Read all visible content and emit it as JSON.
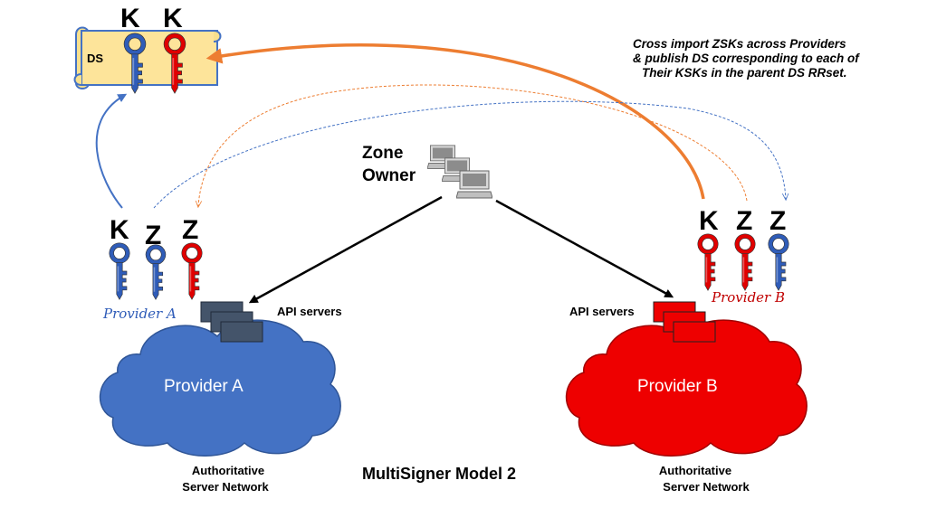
{
  "title": "MultiSigner Model 2",
  "note": {
    "line1": "Cross import ZSKs across Providers",
    "line2": "& publish DS corresponding to each of",
    "line3": "Their KSKs in the parent DS RRset."
  },
  "ds_scroll": {
    "label": "DS",
    "key1_label": "K",
    "key2_label": "K"
  },
  "zone_owner": {
    "line1": "Zone",
    "line2": "Owner",
    "icon": "computers-icon"
  },
  "provider_a": {
    "key_labels": [
      "K",
      "Z",
      "Z"
    ],
    "key_colors": [
      "#2f5cb8",
      "#2f5cb8",
      "#e00000"
    ],
    "signature": "Provider A",
    "api_label": "API servers",
    "cloud_label": "Provider A",
    "network_line1": "Authoritative",
    "network_line2": "Server Network",
    "color": "#4472c4"
  },
  "provider_b": {
    "key_labels": [
      "K",
      "Z",
      "Z"
    ],
    "key_colors": [
      "#e00000",
      "#e00000",
      "#2f5cb8"
    ],
    "signature": "Provider B",
    "api_label": "API servers",
    "cloud_label": "Provider B",
    "network_line1": "Authoritative",
    "network_line2": "Server Network",
    "color": "#ee0000"
  }
}
